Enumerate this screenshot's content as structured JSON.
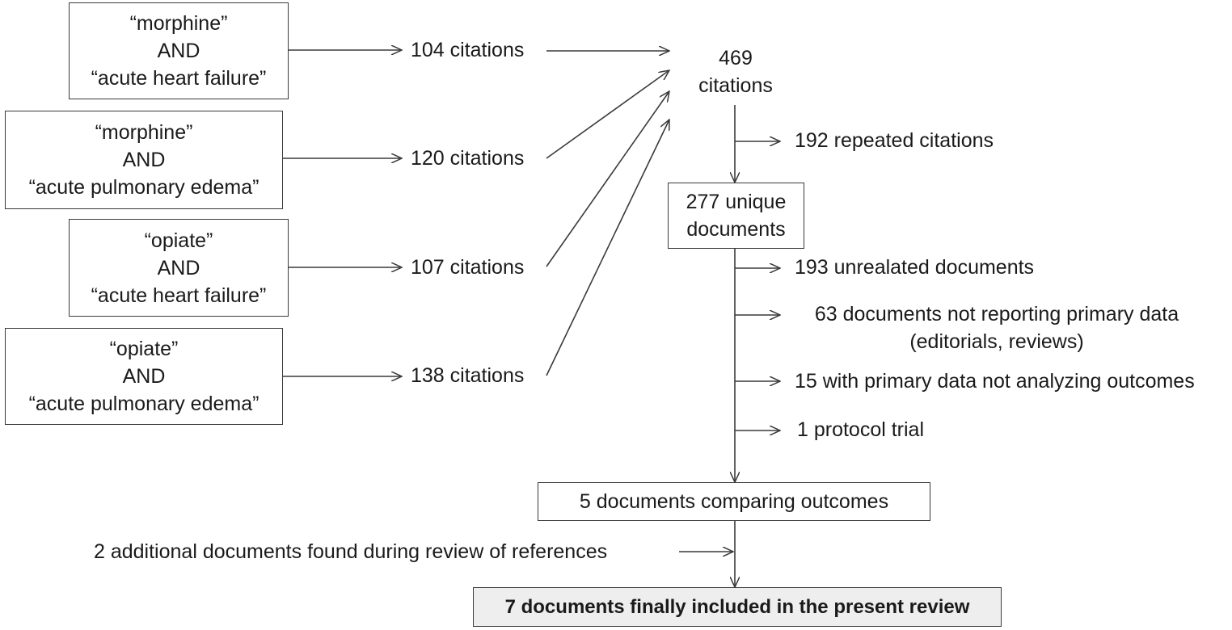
{
  "queries": [
    {
      "term1": "“morphine”",
      "op": "AND",
      "term2": "“acute heart failure”",
      "result": "104 citations"
    },
    {
      "term1": "“morphine”",
      "op": "AND",
      "term2": "“acute pulmonary edema”",
      "result": "120 citations"
    },
    {
      "term1": "“opiate”",
      "op": "AND",
      "term2": "“acute heart failure”",
      "result": "107 citations"
    },
    {
      "term1": "“opiate”",
      "op": "AND",
      "term2": "“acute pulmonary edema”",
      "result": "138 citations"
    }
  ],
  "total": {
    "line1": "469",
    "line2": "citations"
  },
  "repeated": "192 repeated citations",
  "unique": {
    "line1": "277 unique",
    "line2": "documents"
  },
  "exclusions": [
    {
      "line1": "193 unrealated documents"
    },
    {
      "line1": "63 documents not reporting primary data",
      "line2": "(editorials, reviews)"
    },
    {
      "line1": "15 with primary data not analyzing outcomes"
    },
    {
      "line1": "1 protocol trial"
    }
  ],
  "comparing": "5 documents comparing outcomes",
  "additional": "2 additional documents found during review of references",
  "final": "7 documents finally included in the present review"
}
